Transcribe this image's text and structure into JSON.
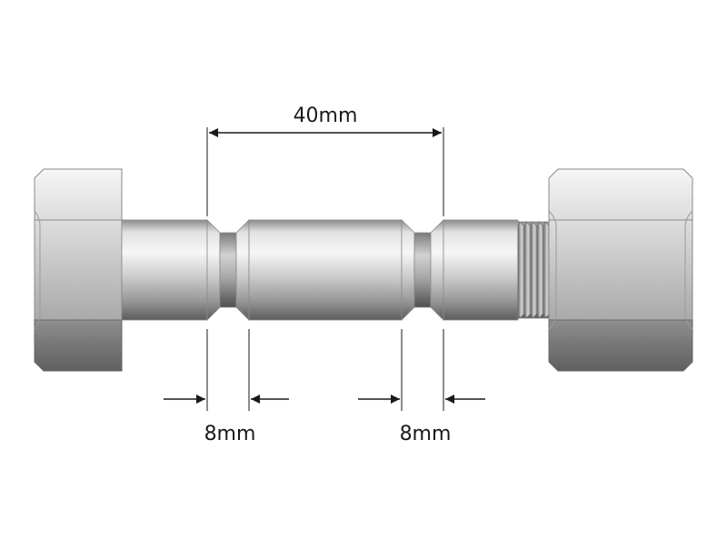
{
  "dimensions": {
    "spacing_label": "40mm",
    "groove_left_label": "8mm",
    "groove_right_label": "8mm"
  },
  "colors": {
    "line": "#1a1a1a",
    "outline": "#8a8a8a",
    "metal_light": "#f4f4f4",
    "metal_mid": "#c8c8c8",
    "metal_dark": "#5a5a5a"
  }
}
